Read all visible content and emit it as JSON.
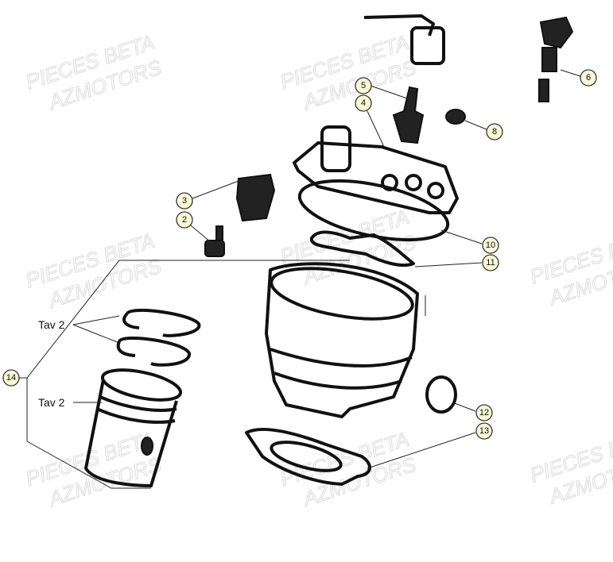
{
  "watermark": {
    "line1": "PIECES BETA",
    "line2": "AZMOTORS"
  },
  "callouts": [
    {
      "label": "2"
    },
    {
      "label": "3"
    },
    {
      "label": "4"
    },
    {
      "label": "5"
    },
    {
      "label": "6"
    },
    {
      "label": "8"
    },
    {
      "label": "10"
    },
    {
      "label": "11"
    },
    {
      "label": "12"
    },
    {
      "label": "13"
    },
    {
      "label": "14"
    }
  ],
  "notes": {
    "rings": "Tav 2",
    "piston": "Tav 2"
  },
  "colors": {
    "callout_fill": "#fbf8d6",
    "callout_border": "#333333",
    "watermark": "#e2e2e2"
  }
}
